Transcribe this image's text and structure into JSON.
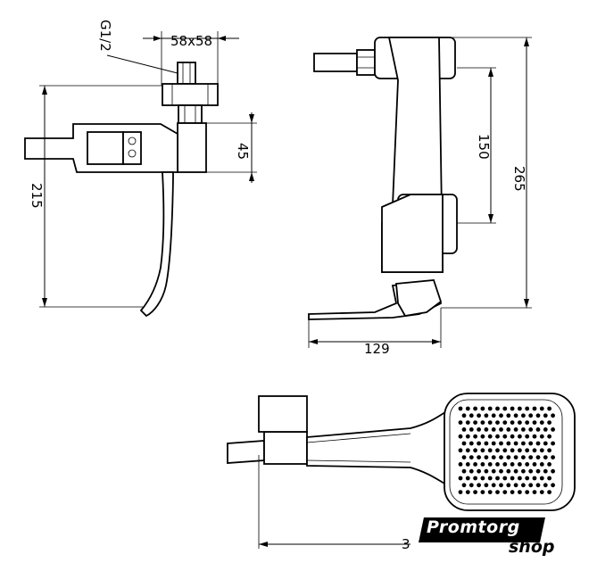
{
  "dimensions": {
    "thread": "G1/2",
    "flange": "58x58",
    "side_height": "215",
    "body_height": "45",
    "spacing": "150",
    "total_height": "265",
    "depth": "129",
    "bottom_partial": "3"
  },
  "watermark": {
    "brand": "Promtorg",
    "suffix": "shop"
  }
}
